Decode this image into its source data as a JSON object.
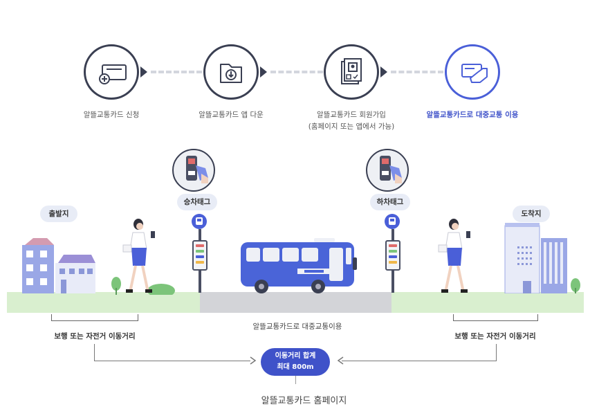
{
  "steps": [
    {
      "label": "알뜰교통카드 신청",
      "sub": "",
      "icon": "card-plus-icon"
    },
    {
      "label": "알뜰교통카드 앱 다운",
      "sub": "",
      "icon": "folder-download-icon"
    },
    {
      "label": "알뜰교통카드 회원가입",
      "sub": "(홈페이지 또는 앱에서 가능)",
      "icon": "id-document-icon"
    },
    {
      "label": "알뜰교통카드로 대중교통 이용",
      "sub": "",
      "icon": "hand-card-icon"
    }
  ],
  "scene": {
    "departure": "출발지",
    "arrival": "도착지",
    "board_tag": "승차태그",
    "alight_tag": "하차태그",
    "left_caption": "보행 또는 자전거 이동거리",
    "center_caption": "알뜰교통카드로 대중교통이용",
    "right_caption": "보행 또는 자전거 이동거리",
    "total_line1": "이동거리 합계",
    "total_line2": "최대 800m"
  },
  "footer": "알뜰교통카드 홈페이지",
  "colors": {
    "accent": "#4a5fd8",
    "dark": "#3a3f52",
    "bus": "#4a64d8",
    "ground": "#d9efcf",
    "road": "#d3d4d8"
  }
}
